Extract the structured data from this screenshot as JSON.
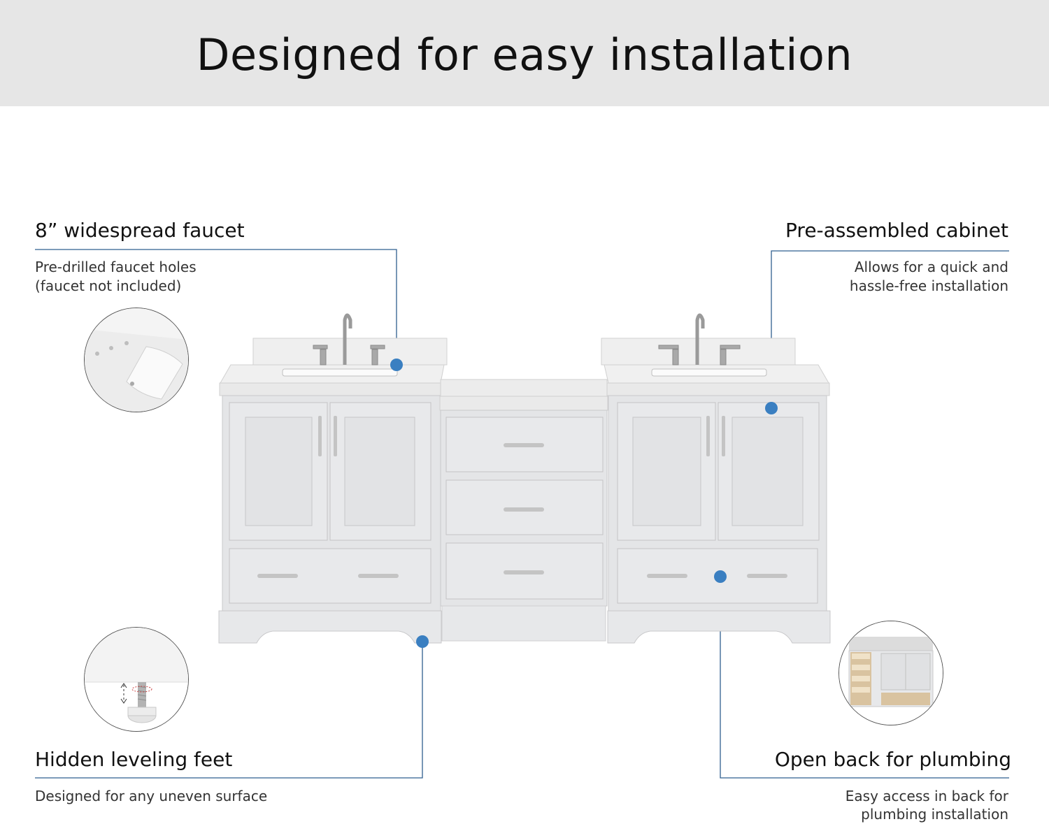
{
  "banner": {
    "title": "Designed for easy installation"
  },
  "features": {
    "faucet": {
      "title": "8” widespread faucet",
      "desc_line1": "Pre-drilled faucet holes",
      "desc_line2": "(faucet not included)"
    },
    "cabinet": {
      "title": "Pre-assembled cabinet",
      "desc_line1": "Allows for  a quick and",
      "desc_line2": "hassle-free installation"
    },
    "feet": {
      "title": "Hidden leveling feet",
      "desc_line1": "Designed for any uneven surface"
    },
    "plumbing": {
      "title": "Open back for plumbing",
      "desc_line1": "Easy access in back for",
      "desc_line2": "plumbing installation"
    }
  },
  "colors": {
    "banner": "#e6e6e6",
    "callout_line": "#2f5f8f",
    "callout_dot": "#3a7fc1",
    "cabinet": "#e4e5e7",
    "countertop": "#eeeeee"
  },
  "icons": [
    "sink-detail-icon",
    "leveling-foot-icon",
    "open-back-cabinet-icon",
    "faucet-icon"
  ]
}
